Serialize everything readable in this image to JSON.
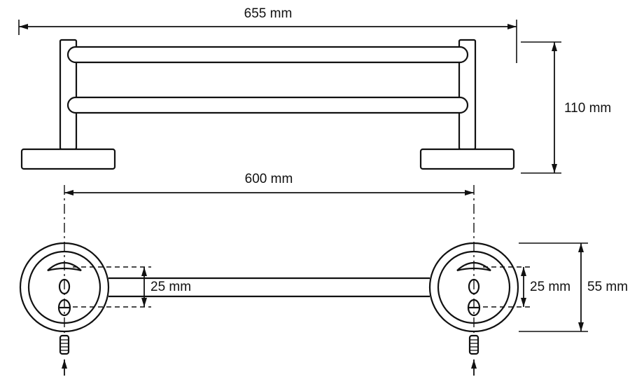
{
  "dimensions": {
    "overall_width_label": "655 mm",
    "total_height_label": "110 mm",
    "mounting_centers_label": "600 mm",
    "left_hole_spacing_label": "25 mm",
    "right_hole_spacing_label": "25 mm",
    "plate_size_label": "55 mm"
  },
  "colors": {
    "line": "#111111",
    "background": "#ffffff"
  }
}
